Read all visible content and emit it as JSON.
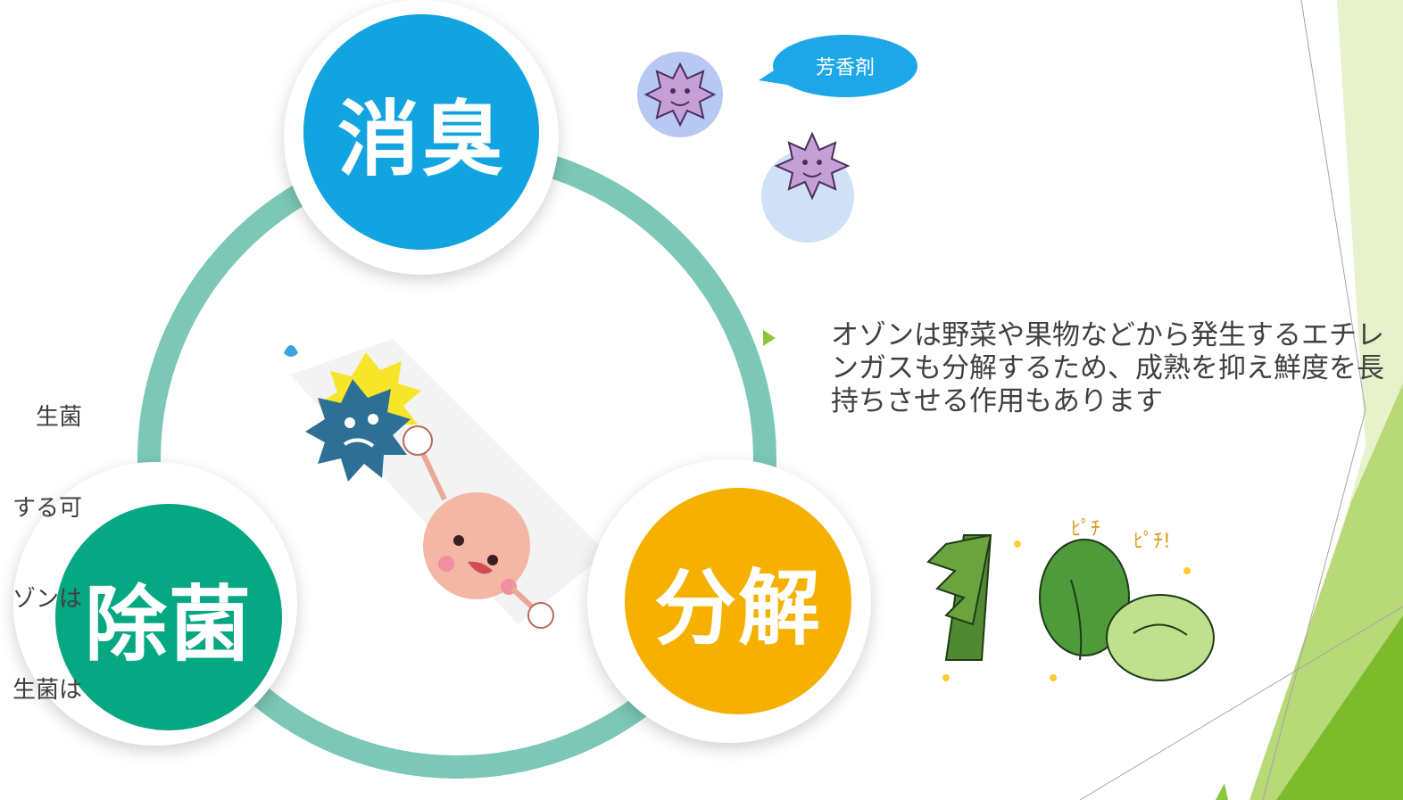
{
  "slide": {
    "left_text_lines": [
      "生菌",
      "する可",
      "ゾンは",
      "生菌は"
    ],
    "bullet_text": "オゾンは野菜や果物などから発生するエチレンガスも分解するため、成熟を抑え鮮度を長持ちさせる作用もあります"
  },
  "cycle": {
    "items": [
      {
        "label": "消臭",
        "color": "#12a4e0"
      },
      {
        "label": "除菌",
        "color": "#05a882"
      },
      {
        "label": "分解",
        "color": "#f5b000"
      }
    ],
    "ring_color": "#7cc7b6"
  },
  "callout": {
    "label": "芳香剤",
    "color": "#1ea7e8"
  },
  "theme": {
    "accent_green": "#8cc63f",
    "accent_light": "#dfeebc"
  },
  "illustrations": {
    "germs": "odor-germ-icon",
    "fight": "germ-fight-illustration",
    "vegetables": "vegetables-illustration"
  }
}
